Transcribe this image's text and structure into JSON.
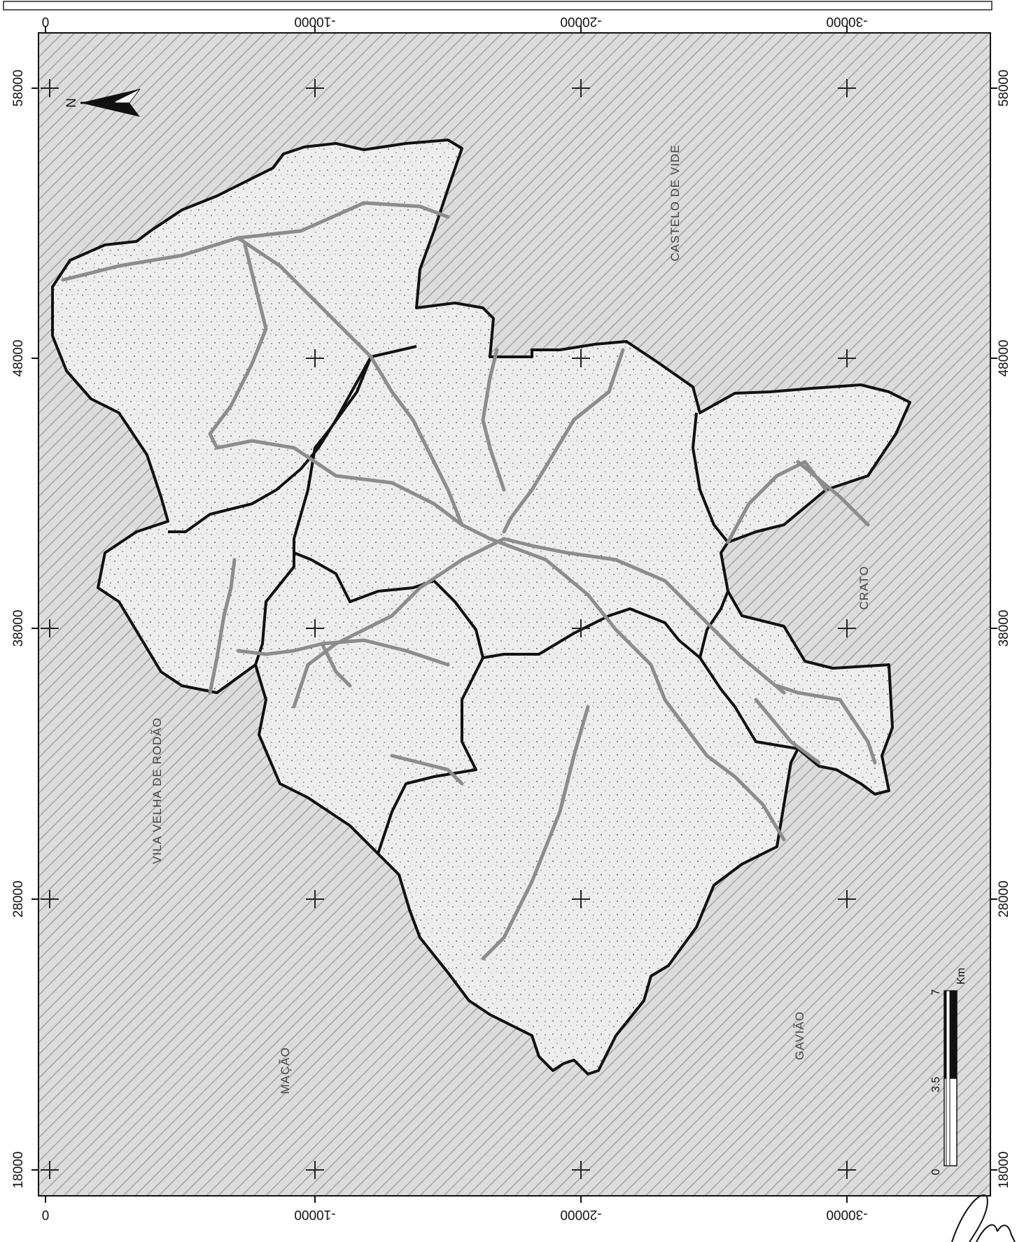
{
  "map": {
    "top_ticks": [
      "0",
      "-10000",
      "-20000",
      "-30000"
    ],
    "bottom_ticks": [
      "0",
      "-10000",
      "-20000",
      "-30000"
    ],
    "left_ticks": [
      "58000",
      "48000",
      "38000",
      "28000",
      "18000"
    ],
    "right_ticks": [
      "58000",
      "48000",
      "38000",
      "28000",
      "18000"
    ],
    "place_names": {
      "castelo_de_vide": "CASTELO DE VIDE",
      "crato": "CRATO",
      "vila_velha_de_rodao": "VILA VELHA DE RODÃO",
      "macao": "MAÇÃO",
      "gaviao": "GAVIÃO"
    },
    "north_label": "N",
    "scale_bar": {
      "labels": [
        "0",
        "3.5",
        "7"
      ],
      "unit": "Km"
    },
    "colors": {
      "boundary": "#111111",
      "roads": "#8c8c8c",
      "background": "#d9d9d9",
      "hatch": "#9a9a9a"
    }
  }
}
